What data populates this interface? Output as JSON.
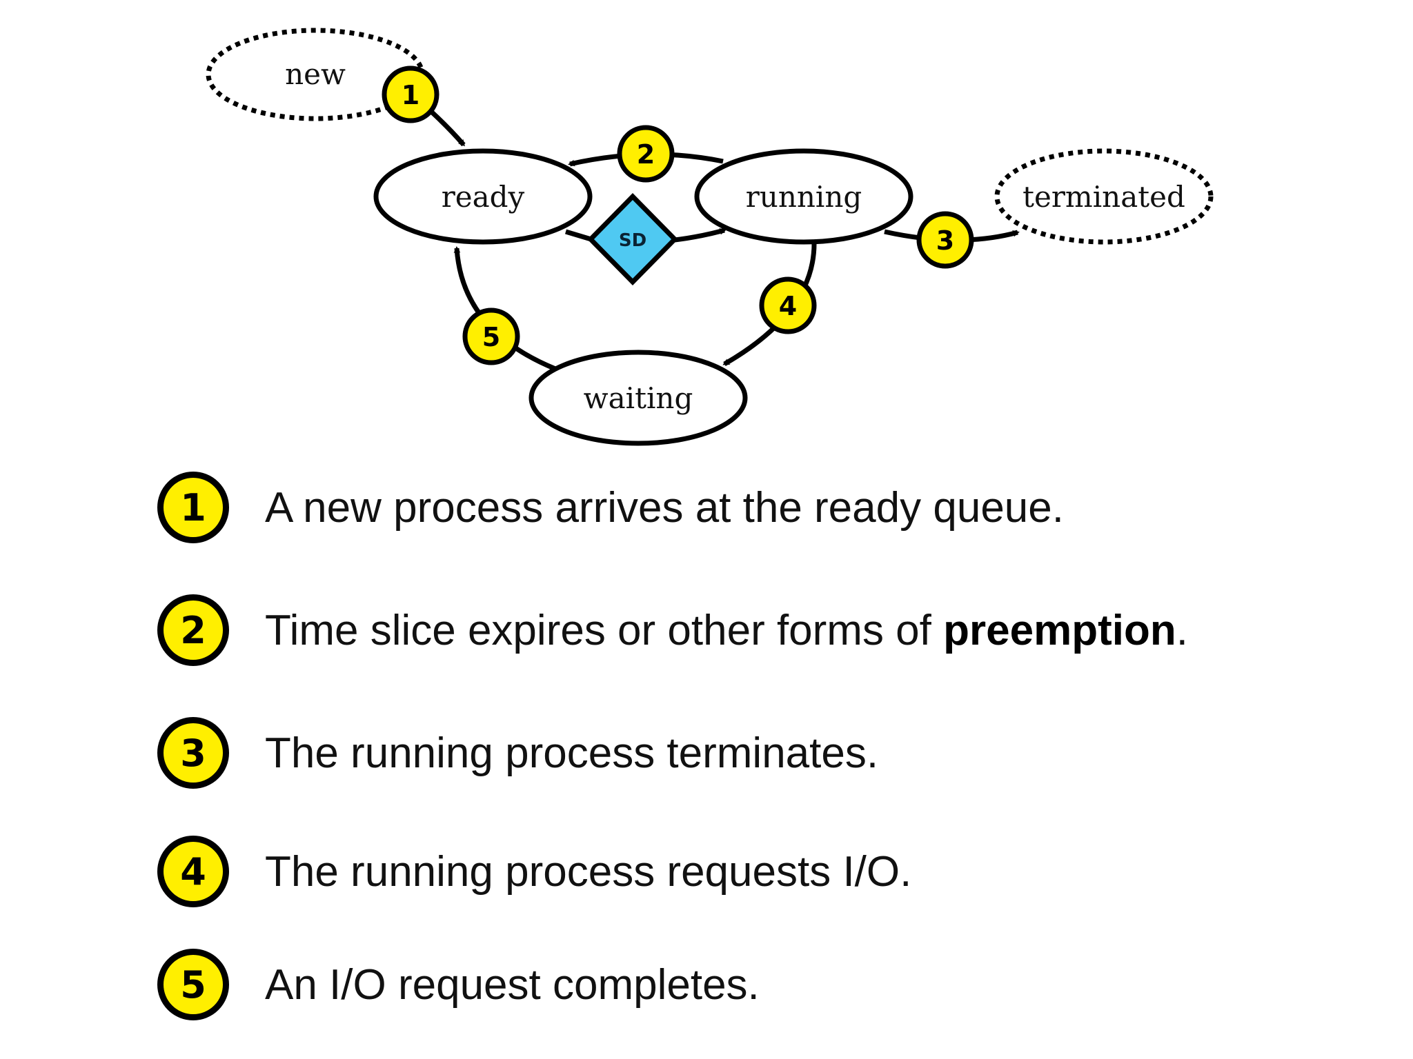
{
  "colors": {
    "badge_fill": "#FFEF00",
    "sd_fill": "#4FC9F2",
    "stroke": "#000000"
  },
  "diagram": {
    "states": {
      "new": "new",
      "ready": "ready",
      "running": "running",
      "terminated": "terminated",
      "waiting": "waiting"
    },
    "decision_label": "SD",
    "badges": [
      "1",
      "2",
      "3",
      "4",
      "5"
    ]
  },
  "legend": [
    {
      "num": "1",
      "text": "A new process arrives at the ready queue.",
      "bold": "",
      "suffix": ""
    },
    {
      "num": "2",
      "text": "Time slice expires or other forms of ",
      "bold": "preemption",
      "suffix": "."
    },
    {
      "num": "3",
      "text": "The running process terminates.",
      "bold": "",
      "suffix": ""
    },
    {
      "num": "4",
      "text": "The running process requests I/O.",
      "bold": "",
      "suffix": ""
    },
    {
      "num": "5",
      "text": "An I/O request completes.",
      "bold": "",
      "suffix": ""
    }
  ]
}
